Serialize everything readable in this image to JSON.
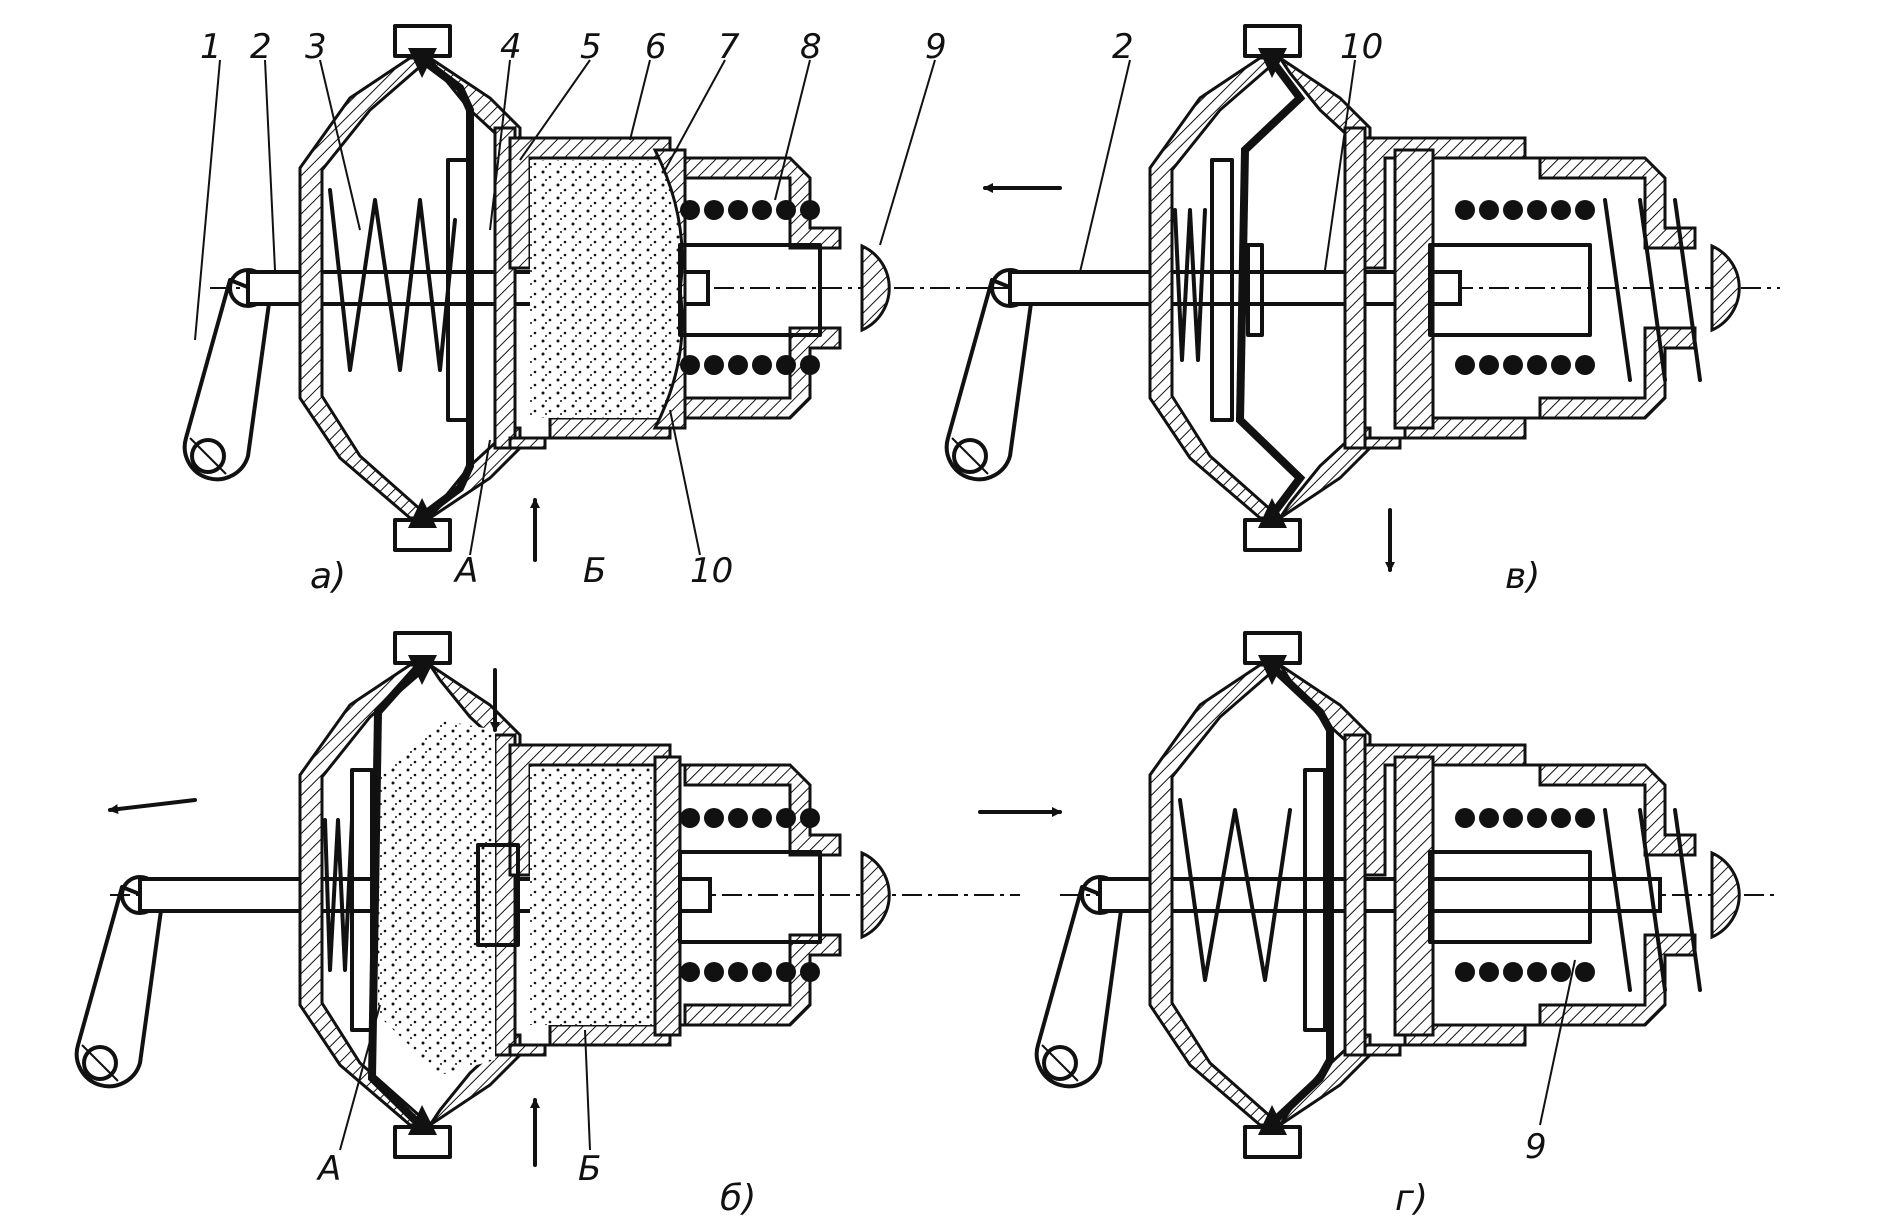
{
  "panels": {
    "a": {
      "caption": "а)",
      "labels": {
        "n1": "1",
        "n2": "2",
        "n3": "3",
        "n4": "4",
        "n5": "5",
        "n6": "6",
        "n7": "7",
        "n8": "8",
        "n9": "9",
        "n10": "10",
        "A": "А",
        "B": "Б"
      }
    },
    "b": {
      "caption": "б)",
      "labels": {
        "A": "А",
        "B": "Б"
      }
    },
    "v": {
      "caption": "в)",
      "labels": {
        "n2": "2",
        "n10": "10"
      }
    },
    "g": {
      "caption": "г)",
      "labels": {
        "n9": "9"
      }
    }
  }
}
